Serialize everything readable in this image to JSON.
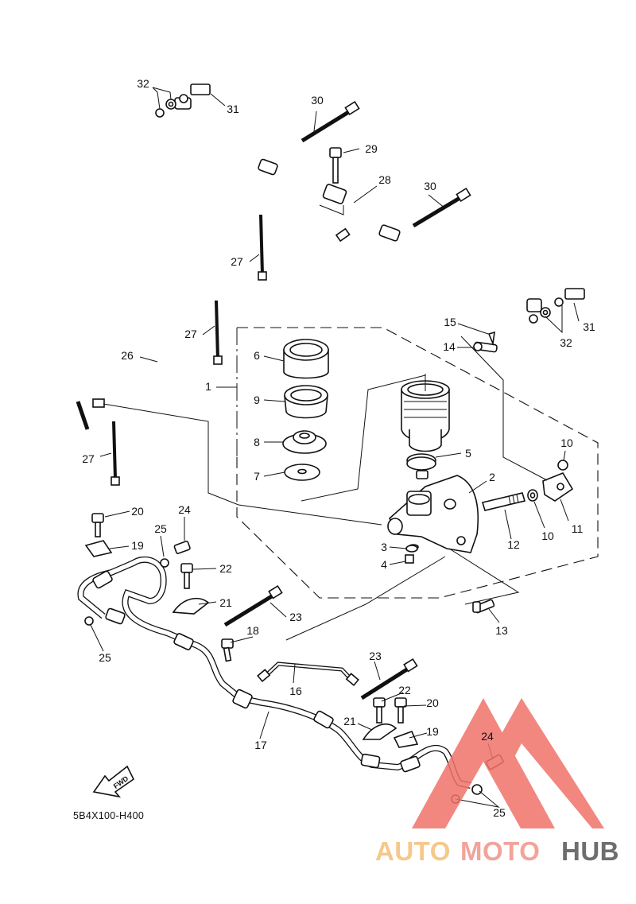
{
  "callouts": [
    "32",
    "31",
    "30",
    "29",
    "28",
    "30",
    "31",
    "32",
    "27",
    "27",
    "26",
    "1",
    "6",
    "9",
    "8",
    "7",
    "15",
    "14",
    "5",
    "2",
    "10",
    "10",
    "11",
    "12",
    "3",
    "4",
    "13",
    "27",
    "20",
    "24",
    "25",
    "19",
    "22",
    "21",
    "23",
    "18",
    "25",
    "23",
    "16",
    "22",
    "20",
    "21",
    "19",
    "17",
    "24",
    "25"
  ],
  "diagram_code": "5B4X100-H400",
  "fwd_label": "FWD",
  "watermark": {
    "part1": "AUTO",
    "part2": "MOTO",
    "part3": "HUB",
    "color1": "#f6c88a",
    "color2": "#f2a39a",
    "color3": "#6e6e6e",
    "triangle_color": "#f0736a"
  }
}
